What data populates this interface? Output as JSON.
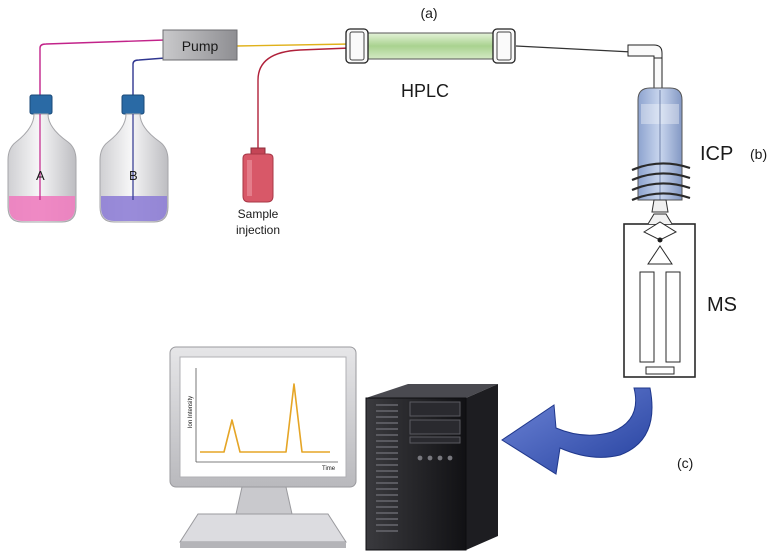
{
  "labels": {
    "pump": "Pump",
    "bottle_a": "A",
    "bottle_b": "B",
    "sample_line1": "Sample",
    "sample_line2": "injection",
    "marker_a": "(a)",
    "hplc": "HPLC",
    "icp": "ICP",
    "marker_b": "(b)",
    "ms": "MS",
    "marker_c": "(c)",
    "y_axis": "Ion Intensity",
    "x_axis": "Time"
  },
  "icons": {
    "monitor": "monitor-icon",
    "tower": "computer-tower-icon",
    "arrow": "curved-arrow-icon"
  },
  "colors": {
    "tube_a": "#c2238a",
    "tube_b": "#2f3690",
    "tube_mix": "#e0b11a",
    "tube_sample": "#b0213a",
    "cap": "#2a6aa5",
    "liquid_a": "#ee7dbf",
    "liquid_b": "#8f7fd6",
    "column_fill": "#b8dca2",
    "sample_red": "#d85868",
    "torch_blue": "#9fb2d8",
    "arrow_blue": "#2f4fb0",
    "chromatogram": "#e5a526"
  }
}
